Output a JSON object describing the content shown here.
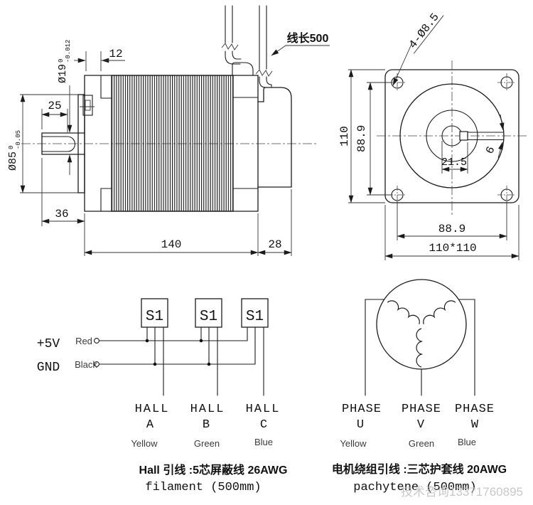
{
  "side_view": {
    "wire_length": "线长500",
    "dims": {
      "flange_thickness": "12",
      "shaft_dia": "Ø19",
      "shaft_tol_hi": "0",
      "shaft_tol_lo": "-0.012",
      "key_length": "25",
      "pilot_dia": "Ø85",
      "pilot_tol_hi": "0",
      "pilot_tol_lo": "-0.05",
      "front_length": "36",
      "body_length": "140",
      "rear_length": "28"
    }
  },
  "front_view": {
    "dims": {
      "mount_holes": "4-Ø8.5",
      "flange_height": "110",
      "hole_spacing_v": "88.9",
      "hub_height": "21.5",
      "key_width": "6",
      "hole_spacing_h": "88.9",
      "flange_size": "110*110"
    }
  },
  "hall_circuit": {
    "sensors": [
      "S1",
      "S1",
      "S1"
    ],
    "rails": [
      {
        "name": "+5V",
        "wire": "Red"
      },
      {
        "name": "GND",
        "wire": "Black"
      }
    ],
    "outputs": [
      {
        "label": "HALL",
        "phase": "A",
        "color": "Yellow"
      },
      {
        "label": "HALL",
        "phase": "B",
        "color": "Green"
      },
      {
        "label": "HALL",
        "phase": "C",
        "color": "Blue"
      }
    ],
    "caption_cn": "Hall 引线 :5芯屏蔽线 26AWG",
    "caption_en": "filament (500mm)"
  },
  "winding_circuit": {
    "outputs": [
      {
        "label": "PHASE",
        "phase": "U",
        "color": "Yellow"
      },
      {
        "label": "PHASE",
        "phase": "V",
        "color": "Green"
      },
      {
        "label": "PHASE",
        "phase": "W",
        "color": "Blue"
      }
    ],
    "caption_cn": "电机绕组引线 :三芯护套线 20AWG",
    "caption_en": "pachytene (500mm)"
  },
  "watermark": "技术咨询13371760895"
}
